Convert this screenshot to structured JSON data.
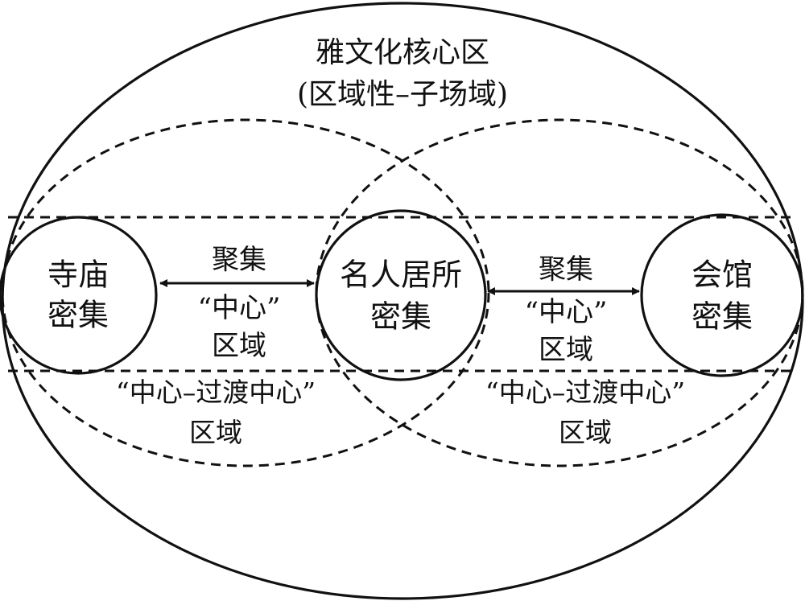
{
  "outer_region": {
    "title": "雅文化核心区",
    "subtitle": "(区域性–子场域)"
  },
  "nodes": {
    "temple": {
      "line1": "寺庙",
      "line2": "密集"
    },
    "celebrity": {
      "line1": "名人居所",
      "line2": "密集"
    },
    "guild_hall": {
      "line1": "会馆",
      "line2": "密集"
    }
  },
  "central_zones": {
    "left": {
      "line1": "聚集",
      "line2": "“中心”",
      "line3": "区域"
    },
    "right": {
      "line1": "聚集",
      "line2": "“中心”",
      "line3": "区域"
    }
  },
  "transition_zones": {
    "left": {
      "line1": "“中心–过渡中心”",
      "line2": "区域"
    },
    "right": {
      "line1": "“中心–过渡中心”",
      "line2": "区域"
    }
  }
}
